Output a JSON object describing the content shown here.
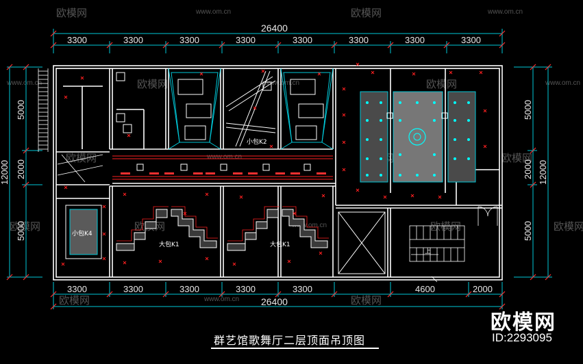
{
  "drawing": {
    "title": "群艺馆歌舞厅二层顶面吊顶图",
    "overall_width": "26400",
    "bay_width": "3300",
    "left_dims": [
      "5000",
      "2000",
      "5000"
    ],
    "left_total": "12000",
    "right_dims": [
      "5000",
      "2000",
      "5000"
    ],
    "right_total": "12000",
    "bottom_dims_left": [
      "3300",
      "3300",
      "3300",
      "3300",
      "3300"
    ],
    "bottom_dims_right": [
      "4600",
      "2000"
    ],
    "rooms": {
      "small_k2": "小包K2",
      "small_k4": "小包K4",
      "big_k1_a": "大包K1",
      "big_k1_b": "大包K1",
      "stair_up": "上"
    },
    "colors": {
      "wall": "#ffffff",
      "dimension": "#00c8d8",
      "ceiling_red": "#ff2020",
      "fixture_cyan": "#00ffff",
      "grid": "#9a9a9a"
    }
  },
  "watermark": {
    "brand": "欧模网",
    "url": "www.om.cn",
    "id": "ID:2293095"
  }
}
